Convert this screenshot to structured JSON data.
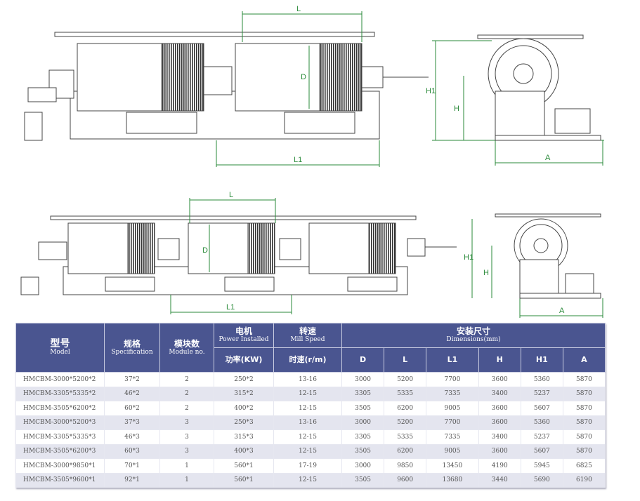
{
  "drawing_labels": {
    "top": {
      "L": "L",
      "D": "D",
      "L1": "L1",
      "H1": "H1",
      "H": "H",
      "A": "A"
    },
    "bottom": {
      "L": "L",
      "D": "D",
      "L1": "L1",
      "H1": "H1",
      "H": "H",
      "A": "A"
    }
  },
  "colors": {
    "header": "#4a5590",
    "dim_line": "#2a8a3a"
  },
  "table": {
    "headers": {
      "model_cn": "型号",
      "model_en": "Model",
      "spec_cn": "规格",
      "spec_en": "Specification",
      "module_cn": "模块数",
      "module_en": "Module no.",
      "power_cn": "电机",
      "power_en": "Power Installed",
      "power_sub": "功率(KW)",
      "speed_cn": "转速",
      "speed_en": "Mill Speed",
      "speed_sub": "时速(r/m)",
      "dim_cn": "安装尺寸",
      "dim_en": "Dimensions(mm)",
      "D": "D",
      "L": "L",
      "L1": "L1",
      "H": "H",
      "H1": "H1",
      "A": "A"
    },
    "rows": [
      [
        "HMCBM-3000*5200*2",
        "37*2",
        "2",
        "250*2",
        "13-16",
        "3000",
        "5200",
        "7700",
        "3600",
        "5360",
        "5870"
      ],
      [
        "HMCBM-3305*5335*2",
        "46*2",
        "2",
        "315*2",
        "12-15",
        "3305",
        "5335",
        "7335",
        "3400",
        "5237",
        "5870"
      ],
      [
        "HMCBM-3505*6200*2",
        "60*2",
        "2",
        "400*2",
        "12-15",
        "3505",
        "6200",
        "9005",
        "3600",
        "5607",
        "5870"
      ],
      [
        "HMCBM-3000*5200*3",
        "37*3",
        "3",
        "250*3",
        "13-16",
        "3000",
        "5200",
        "7700",
        "3600",
        "5360",
        "5870"
      ],
      [
        "HMCBM-3305*5335*3",
        "46*3",
        "3",
        "315*3",
        "12-15",
        "3305",
        "5335",
        "7335",
        "3400",
        "5237",
        "5870"
      ],
      [
        "HMCBM-3505*6200*3",
        "60*3",
        "3",
        "400*3",
        "12-15",
        "3505",
        "6200",
        "9005",
        "3600",
        "5607",
        "5870"
      ],
      [
        "HMCBM-3000*9850*1",
        "70*1",
        "1",
        "560*1",
        "17-19",
        "3000",
        "9850",
        "13450",
        "4190",
        "5945",
        "6825"
      ],
      [
        "HMCBM-3505*9600*1",
        "92*1",
        "1",
        "560*1",
        "12-15",
        "3505",
        "9600",
        "13680",
        "3440",
        "5690",
        "6190"
      ]
    ]
  }
}
